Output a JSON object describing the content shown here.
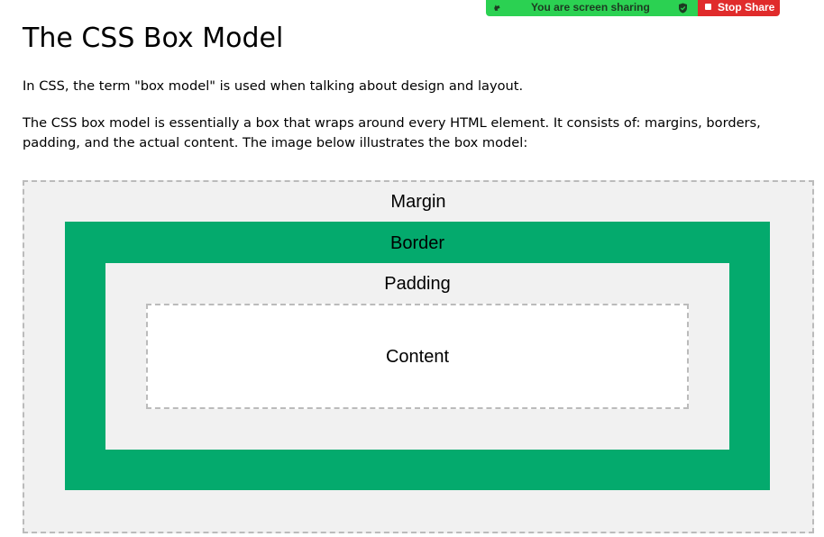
{
  "screen_share": {
    "status_text": "You are screen sharing",
    "stop_label": "Stop Share",
    "status_color": "#2bd152",
    "stop_color": "#e02b2b"
  },
  "article": {
    "title": "The CSS Box Model",
    "paragraphs": [
      "In CSS, the term \"box model\" is used when talking about design and layout.",
      "The CSS box model is essentially a box that wraps around every HTML element. It consists of: margins, borders, padding, and the actual content. The image below illustrates the box model:"
    ]
  },
  "diagram": {
    "margin_label": "Margin",
    "border_label": "Border",
    "padding_label": "Padding",
    "content_label": "Content",
    "border_color": "#04aa6d",
    "margin_color": "#f1f1f1"
  }
}
